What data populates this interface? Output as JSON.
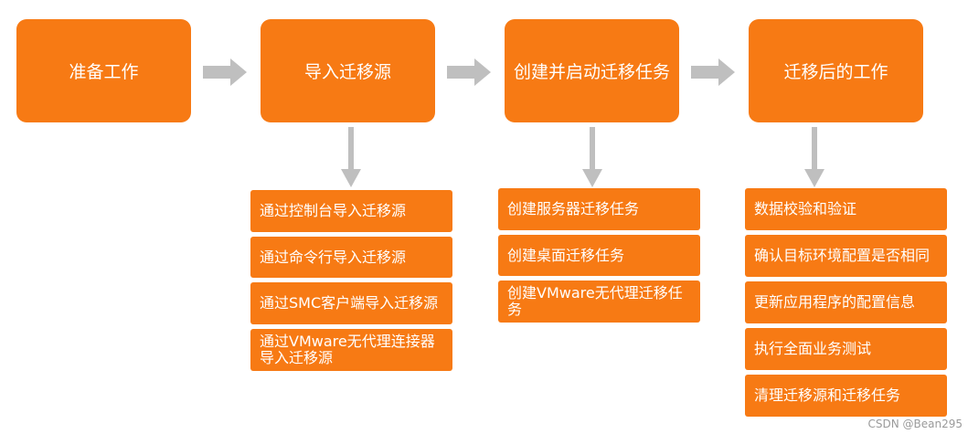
{
  "stages": [
    {
      "label": "准备工作"
    },
    {
      "label": "导入迁移源"
    },
    {
      "label": "创建并启动迁移任务"
    },
    {
      "label": "迁移后的工作"
    }
  ],
  "import_steps": [
    {
      "label": "通过控制台导入迁移源"
    },
    {
      "label": "通过命令行导入迁移源"
    },
    {
      "label": "通过SMC客户端导入迁移源"
    },
    {
      "label": "通过VMware无代理连接器导入迁移源"
    }
  ],
  "task_steps": [
    {
      "label": "创建服务器迁移任务"
    },
    {
      "label": "创建桌面迁移任务"
    },
    {
      "label": "创建VMware无代理迁移任务"
    }
  ],
  "post_steps": [
    {
      "label": "数据校验和验证"
    },
    {
      "label": "确认目标环境配置是否相同"
    },
    {
      "label": "更新应用程序的配置信息"
    },
    {
      "label": "执行全面业务测试"
    },
    {
      "label": "清理迁移源和迁移任务"
    }
  ],
  "watermark": "CSDN @Bean295",
  "colors": {
    "box": "#f77a14",
    "arrow": "#bfbfbf",
    "text": "#ffffff"
  }
}
